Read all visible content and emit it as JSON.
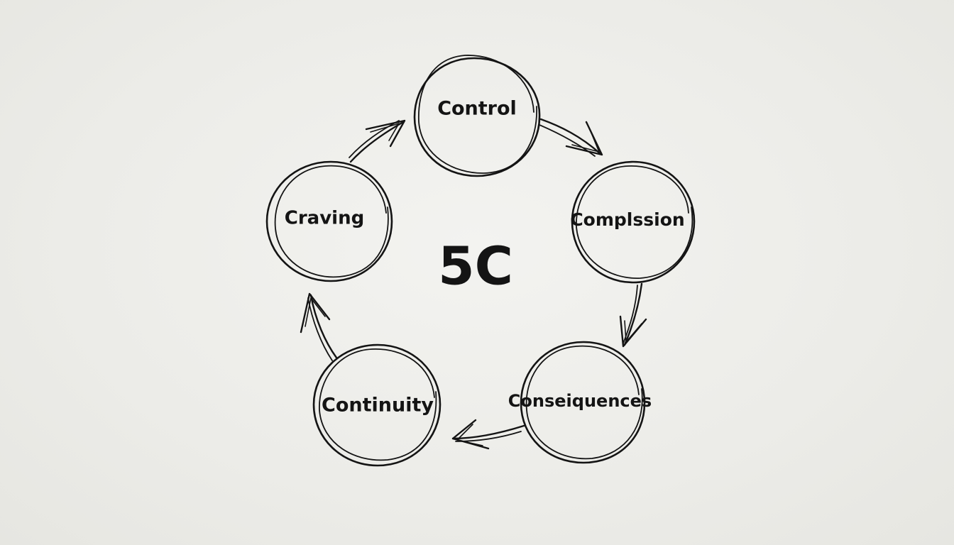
{
  "diagram": {
    "center_label": "5C",
    "nodes": [
      {
        "key": "control",
        "label": "Control"
      },
      {
        "key": "compulsion",
        "label": "Complssion"
      },
      {
        "key": "consequences",
        "label": "Conseiquences"
      },
      {
        "key": "continuity",
        "label": "Continuity"
      },
      {
        "key": "craving",
        "label": "Craving"
      }
    ],
    "flow": [
      {
        "from": "control",
        "to": "compulsion"
      },
      {
        "from": "compulsion",
        "to": "consequences"
      },
      {
        "from": "consequences",
        "to": "continuity"
      },
      {
        "from": "continuity",
        "to": "craving"
      },
      {
        "from": "craving",
        "to": "control"
      }
    ],
    "colors": {
      "ink": "#141414",
      "background": "#ededea"
    }
  }
}
